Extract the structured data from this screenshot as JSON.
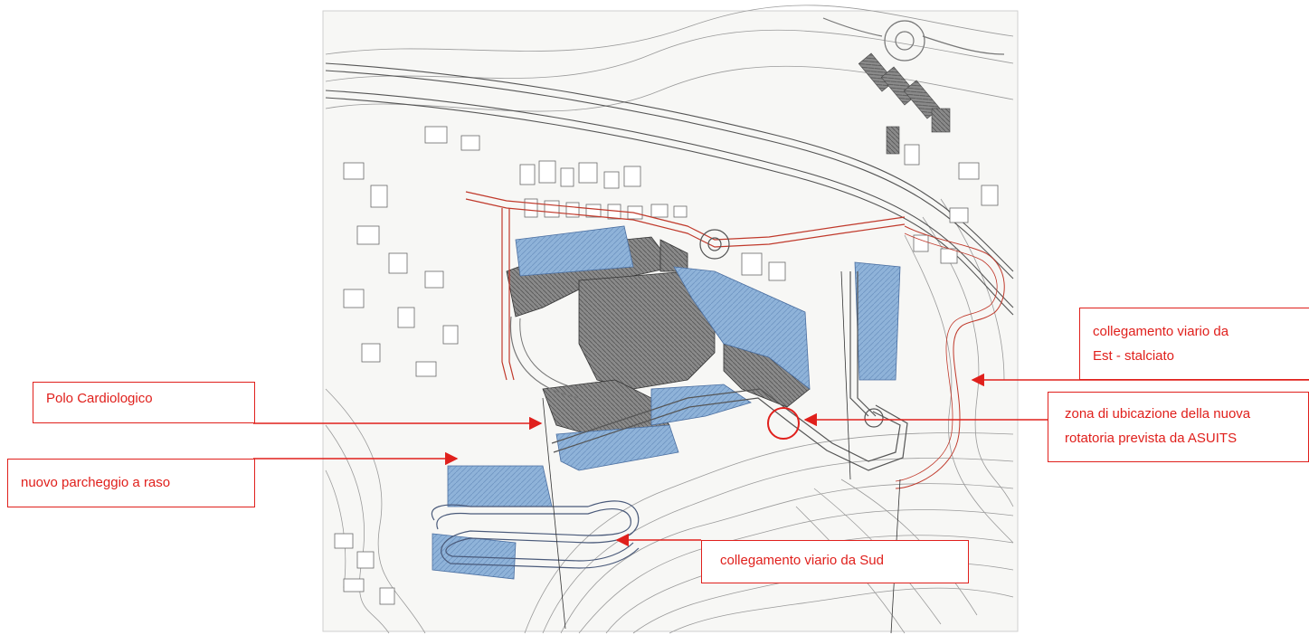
{
  "colors": {
    "accent": "#e0201c",
    "parking_fill": "#8fb3d9",
    "building_fill": "#777777",
    "road_outline": "#c0392b",
    "map_line": "#666666"
  },
  "callouts": {
    "polo_cardiologico": "Polo Cardiologico",
    "nuovo_parcheggio": "nuovo parcheggio a raso",
    "collegamento_est_line1": "collegamento viario da",
    "collegamento_est_line2": "Est - stalciato",
    "rotatoria_line1": "zona di ubicazione della nuova",
    "rotatoria_line2": "rotatoria prevista da ASUITS",
    "collegamento_sud": "collegamento viario da Sud"
  }
}
